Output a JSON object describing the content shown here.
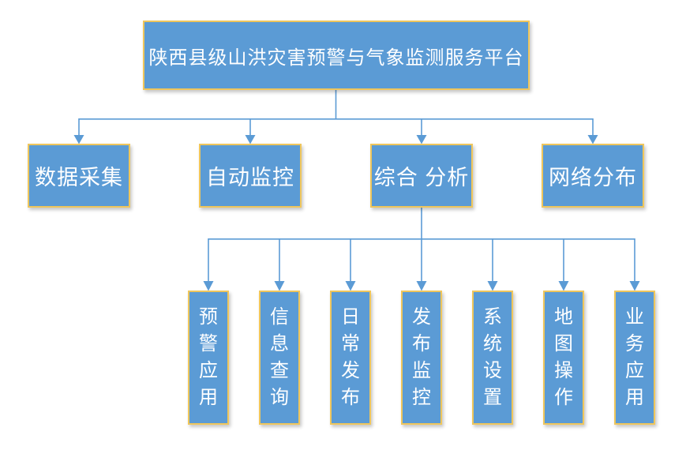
{
  "diagram": {
    "root": {
      "label": "陕西县级山洪灾害预警与气象监测服务平台"
    },
    "level2": [
      {
        "label": "数据采集"
      },
      {
        "label": "自动监控"
      },
      {
        "label": "综合 分析"
      },
      {
        "label": "网络分布"
      }
    ],
    "level3": [
      {
        "label": "预警应用"
      },
      {
        "label": "信息查询"
      },
      {
        "label": "日常发布"
      },
      {
        "label": "发布监控"
      },
      {
        "label": "系统设置"
      },
      {
        "label": "地图操作"
      },
      {
        "label": "业务应用"
      }
    ],
    "colors": {
      "node_fill": "#5B9BD5",
      "node_border": "#EFC65C",
      "connector": "#5B9BD5",
      "text": "#FFFFFF",
      "background": "#FFFFFF"
    }
  }
}
